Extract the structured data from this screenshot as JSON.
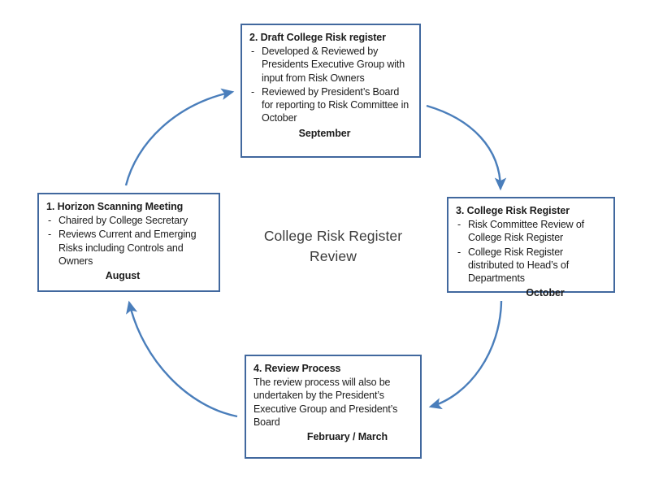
{
  "diagram": {
    "center_title_line1": "College Risk Register",
    "center_title_line2": "Review",
    "accent_color": "#41689e",
    "arrow_color": "#4a7ebb",
    "box_border_color": "#41689e",
    "text_color": "#1c1c1c",
    "nodes": [
      {
        "id": "node-1",
        "position": "left",
        "title": "1. Horizon Scanning Meeting",
        "bullets": [
          "Chaired by College Secretary",
          "Reviews Current and Emerging Risks including  Controls and Owners"
        ],
        "paragraph": "",
        "month": "August"
      },
      {
        "id": "node-2",
        "position": "top",
        "title": "2. Draft College Risk register",
        "bullets": [
          "Developed & Reviewed by Presidents Executive Group with input from Risk Owners",
          "Reviewed by President’s Board for reporting to Risk Committee in October"
        ],
        "paragraph": "",
        "month": "September"
      },
      {
        "id": "node-3",
        "position": "right",
        "title": "3. College Risk Register",
        "bullets": [
          "Risk Committee Review of College Risk Register",
          "College Risk Register distributed to Head’s of Departments"
        ],
        "paragraph": "",
        "month": "October"
      },
      {
        "id": "node-4",
        "position": "bottom",
        "title": "4. Review Process",
        "bullets": [],
        "paragraph": "The review process will also be undertaken by the President’s Executive Group and President’s Board",
        "month": "February / March"
      }
    ],
    "arrows": [
      {
        "name": "arrow-to-draft-register",
        "from": "node-1",
        "to": "node-2"
      },
      {
        "name": "arrow-to-college-register",
        "from": "node-2",
        "to": "node-3"
      },
      {
        "name": "arrow-to-review-process",
        "from": "node-3",
        "to": "node-4"
      },
      {
        "name": "arrow-to-horizon-scanning",
        "from": "node-4",
        "to": "node-1"
      }
    ],
    "dash_glyph": "-"
  }
}
